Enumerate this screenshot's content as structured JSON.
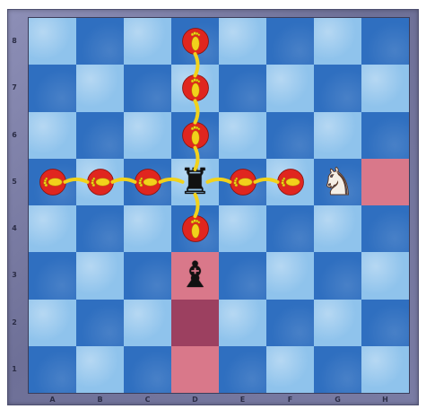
{
  "board": {
    "files": [
      "A",
      "B",
      "C",
      "D",
      "E",
      "F",
      "G",
      "H"
    ],
    "ranks": [
      "8",
      "7",
      "6",
      "5",
      "4",
      "3",
      "2",
      "1"
    ],
    "colors": {
      "light": "#8fc3ec",
      "dark": "#2f6fc0",
      "highlight_light": "#d9788a",
      "highlight_dark": "#9c4060",
      "footprint": "#e0261f",
      "trail": "#f2d21b"
    },
    "highlighted_squares": [
      "h5",
      "d3",
      "d2",
      "d1"
    ],
    "pieces": [
      {
        "square": "d5",
        "piece": "black-rook",
        "glyph": "♜"
      },
      {
        "square": "d3",
        "piece": "black-bishop",
        "glyph": "♝"
      },
      {
        "square": "g5",
        "piece": "white-knight",
        "glyph": "♞"
      }
    ],
    "move_markers": [
      "d8",
      "d7",
      "d6",
      "d4",
      "a5",
      "b5",
      "c5",
      "e5",
      "f5"
    ]
  }
}
